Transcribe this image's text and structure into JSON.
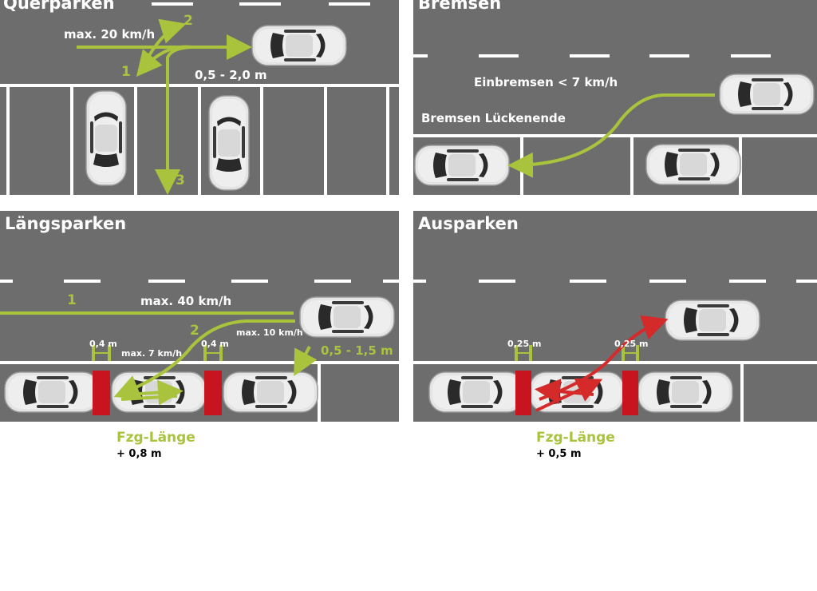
{
  "panels": {
    "quer": {
      "title": "Querparken",
      "speed": "max. 20 km/h",
      "distance": "0,5 - 2,0 m",
      "step1": "1",
      "step2": "2",
      "step3": "3"
    },
    "bremsen": {
      "title": "Bremsen",
      "brake": "Einbremsen < 7 km/h",
      "gap_end": "Bremsen Lückenende"
    },
    "laengs": {
      "title": "Längsparken",
      "step1": "1",
      "step2": "2",
      "speed_fast": "max. 40 km/h",
      "speed_mid": "max. 10 km/h",
      "speed_slow": "max. 7 km/h",
      "distance": "0,5 - 1,5 m",
      "gap_left": "0,4 m",
      "gap_right": "0,4 m",
      "caption_main": "Fzg-Länge",
      "caption_sub": "+ 0,8 m"
    },
    "aus": {
      "title": "Ausparken",
      "gap_left": "0,25 m",
      "gap_right": "0,25 m",
      "caption_main": "Fzg-Länge",
      "caption_sub": "+ 0,5 m"
    }
  },
  "colors": {
    "asphalt": "#6d6d6d",
    "guide_green": "#a9c43c",
    "exit_red": "#d42a2a",
    "gap_block": "#c8141e",
    "car_body": "#e2e2e2"
  }
}
